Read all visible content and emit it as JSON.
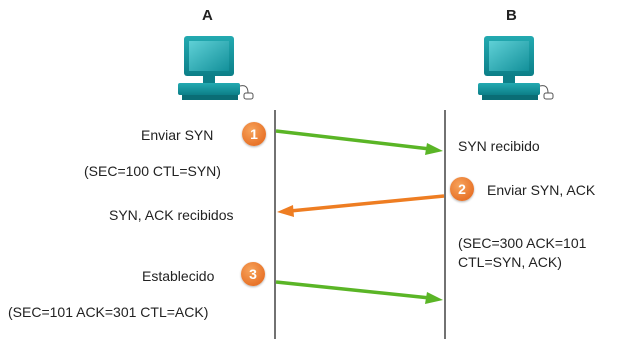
{
  "hosts": {
    "a": {
      "label": "A",
      "icon": "desktop-computer-icon"
    },
    "b": {
      "label": "B",
      "icon": "desktop-computer-icon"
    }
  },
  "steps": [
    {
      "number": "1",
      "label": "Enviar SYN",
      "detail": "(SEC=100 CTL=SYN)"
    },
    {
      "number": "2",
      "label": "Enviar SYN, ACK",
      "detail": [
        "(SEC=300 ACK=101",
        "CTL=SYN, ACK)"
      ]
    },
    {
      "number": "3",
      "label": "Establecido",
      "detail": "(SEC=101 ACK=301 CTL=ACK)"
    }
  ],
  "receipts": {
    "b_step1": "SYN recibido",
    "a_step2": "SYN, ACK recibidos"
  },
  "colors": {
    "forward_arrow": "#5ab526",
    "return_arrow": "#ee7d22",
    "badge": "#e8742a",
    "computer": "#1aa1a8",
    "timeline": "#444444"
  }
}
